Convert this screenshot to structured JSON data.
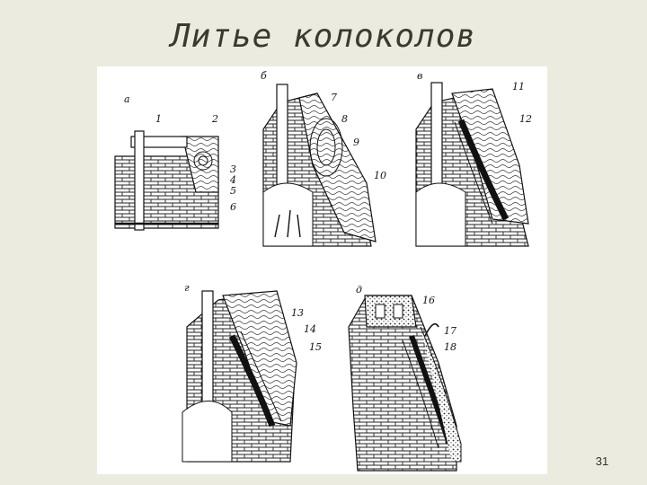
{
  "slide": {
    "title": "Литье колоколов",
    "page_number": "31"
  },
  "figure": {
    "panel_letters": [
      "а",
      "б",
      "в",
      "г",
      "д"
    ],
    "callouts": [
      "1",
      "2",
      "3",
      "4",
      "5",
      "6",
      "7",
      "8",
      "9",
      "10",
      "11",
      "12",
      "13",
      "14",
      "15",
      "16",
      "17",
      "18"
    ]
  }
}
